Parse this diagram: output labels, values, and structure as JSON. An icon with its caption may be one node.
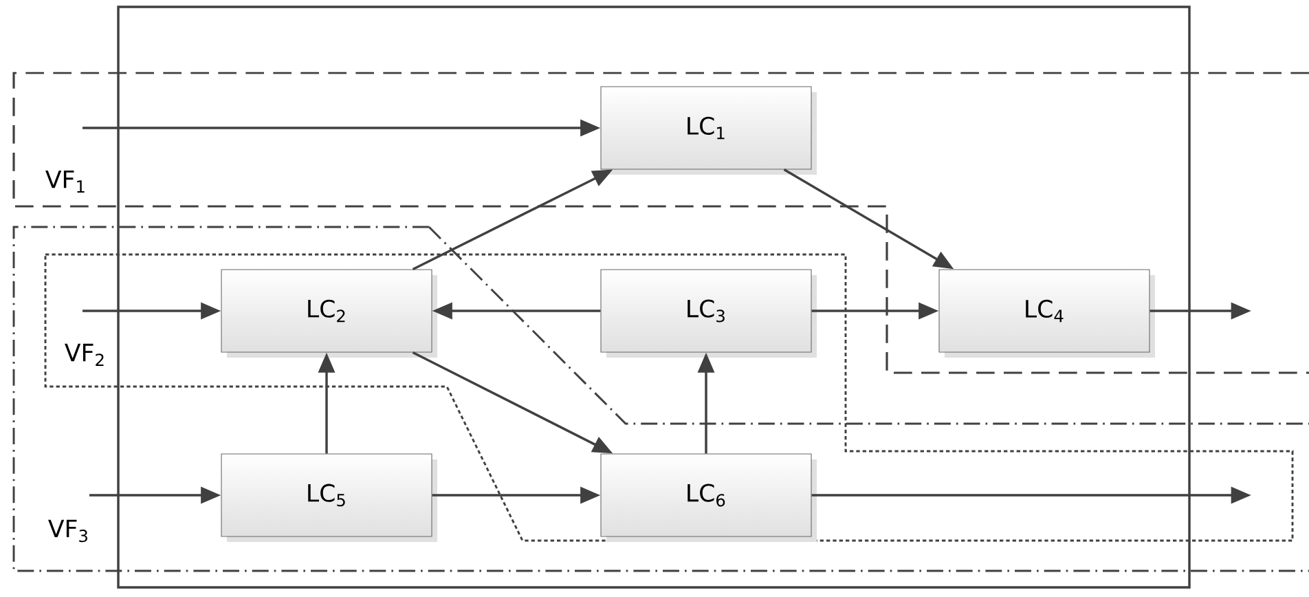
{
  "diagram": {
    "nodes": [
      {
        "text": [
          "LC$_{1}$"
        ]
      },
      {
        "text": [
          "LC$_{2}$"
        ]
      },
      {
        "text": [
          "LC$_{3}$"
        ]
      },
      {
        "text": [
          "LC$_{4}$"
        ]
      },
      {
        "text": [
          "LC$_{5}$"
        ]
      },
      {
        "text": [
          "LC$_{6}$"
        ]
      }
    ],
    "edges": [
      {
        "from": null,
        "to": 0,
        "arrow": "to"
      },
      {
        "from": 1,
        "to": 0,
        "arrow": "to"
      },
      {
        "from": 0,
        "to": 3,
        "arrow": "to"
      },
      {
        "from": null,
        "to": 1,
        "arrow": "to"
      },
      {
        "from": 2,
        "to": 1,
        "arrow": "to"
      },
      {
        "from": 2,
        "to": 3,
        "arrow": "to"
      },
      {
        "from": 3,
        "to": null,
        "arrow": "to"
      },
      {
        "from": 4,
        "to": 1,
        "arrow": "to"
      },
      {
        "from": 1,
        "to": 5,
        "arrow": "to"
      },
      {
        "from": 5,
        "to": 2,
        "arrow": "to"
      },
      {
        "from": null,
        "to": 4,
        "arrow": "to"
      },
      {
        "from": 4,
        "to": 5,
        "arrow": "to"
      },
      {
        "from": 5,
        "to": null,
        "arrow": "to"
      }
    ],
    "labels": [
      "VF$_{1}$",
      "VF$_{2}$",
      "VF$_{3}$"
    ]
  }
}
